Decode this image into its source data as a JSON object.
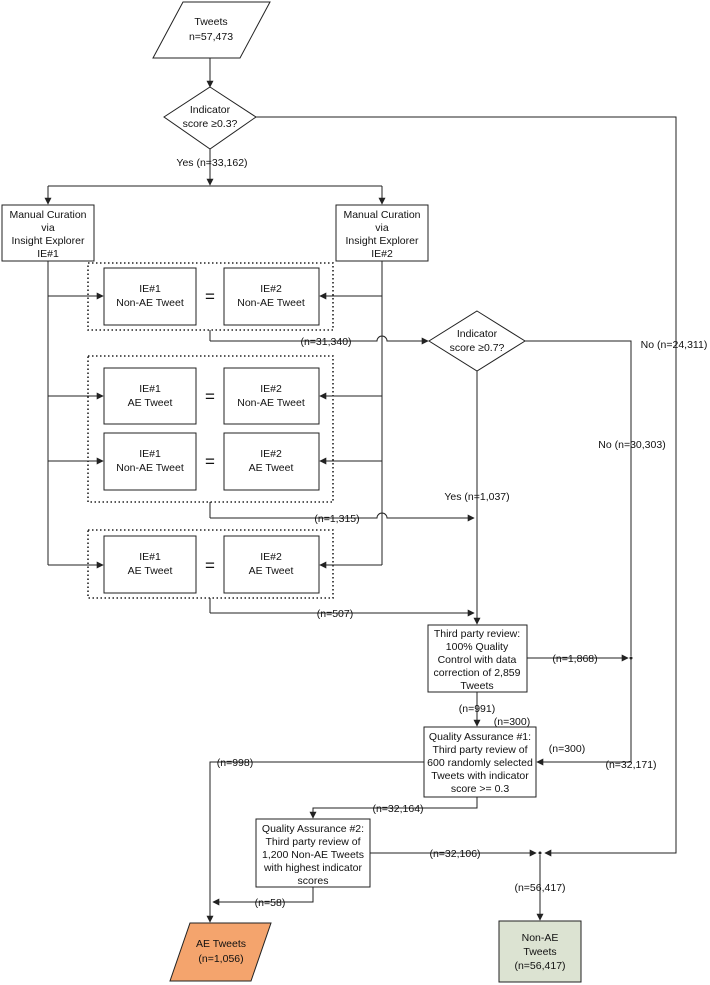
{
  "nodes": {
    "tweets": [
      "Tweets",
      "n=57,473"
    ],
    "decision_03": [
      "Indicator",
      "score ≥0.3?"
    ],
    "mc1": [
      "Manual Curation",
      "via",
      "Insight Explorer",
      "IE#1"
    ],
    "mc2": [
      "Manual Curation",
      "via",
      "Insight Explorer",
      "IE#2"
    ],
    "g1_left": [
      "IE#1",
      "Non-AE Tweet"
    ],
    "g1_right": [
      "IE#2",
      "Non-AE Tweet"
    ],
    "g2a_left": [
      "IE#1",
      "AE Tweet"
    ],
    "g2a_right": [
      "IE#2",
      "Non-AE Tweet"
    ],
    "g2b_left": [
      "IE#1",
      "Non-AE Tweet"
    ],
    "g2b_right": [
      "IE#2",
      "AE Tweet"
    ],
    "g3_left": [
      "IE#1",
      "AE Tweet"
    ],
    "g3_right": [
      "IE#2",
      "AE Tweet"
    ],
    "equals": "=",
    "decision_07": [
      "Indicator",
      "score ≥0.7?"
    ],
    "third_party": [
      "Third party review:",
      "100% Quality",
      "Control with data",
      "correction of 2,859",
      "Tweets"
    ],
    "qa1": [
      "Quality Assurance #1:",
      "Third party review of",
      "600 randomly selected",
      "Tweets with indicator",
      "score >= 0.3"
    ],
    "qa2": [
      "Quality Assurance #2:",
      "Third party review of",
      "1,200 Non-AE Tweets",
      "with highest indicator",
      "scores"
    ],
    "ae_tweets": [
      "AE Tweets",
      "(n=1,056)"
    ],
    "non_ae_tweets": [
      "Non-AE",
      "Tweets",
      "(n=56,417)"
    ]
  },
  "edge_labels": {
    "yes_03": "Yes (n=33,162)",
    "no_03": "No (n=24,311)",
    "n31340": "(n=31,340)",
    "no_07": "No (n=30,303)",
    "yes_07": "Yes (n=1,037)",
    "n1315": "(n=1,315)",
    "n507": "(n=507)",
    "n1868": "(n=1,868)",
    "n991": "(n=991)",
    "n300a": "(n=300)",
    "n300b": "(n=300)",
    "n32171": "(n=32,171)",
    "n998": "(n=998)",
    "n32164": "(n=32,164)",
    "n32106": "(n=32,106)",
    "n56417": "(n=56,417)",
    "n58": "(n=58)"
  },
  "colors": {
    "ae_fill": "#f4a46d",
    "non_ae_fill": "#dce3d2",
    "stroke": "#222222"
  }
}
